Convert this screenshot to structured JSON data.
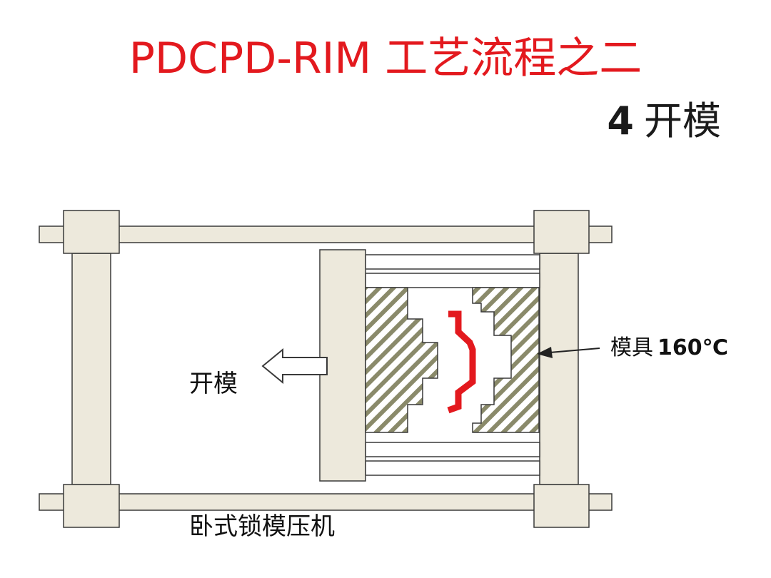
{
  "title": "PDCPD-RIM 工艺流程之二",
  "step": {
    "number": "4",
    "label": "开模"
  },
  "labels": {
    "open_mold": "开模",
    "mold": "模具",
    "mold_temperature": "160℃",
    "machine": "卧式锁模压机"
  },
  "colors": {
    "title": "#e3191e",
    "frame_fill": "#ede9dc",
    "frame_stroke": "#3a3a3a",
    "mold_hatch": "#8a8a6a",
    "part": "#e3191e"
  },
  "icons": {
    "direction": "hollow-arrow-left-icon",
    "pointer": "arrow-pointer-icon"
  }
}
